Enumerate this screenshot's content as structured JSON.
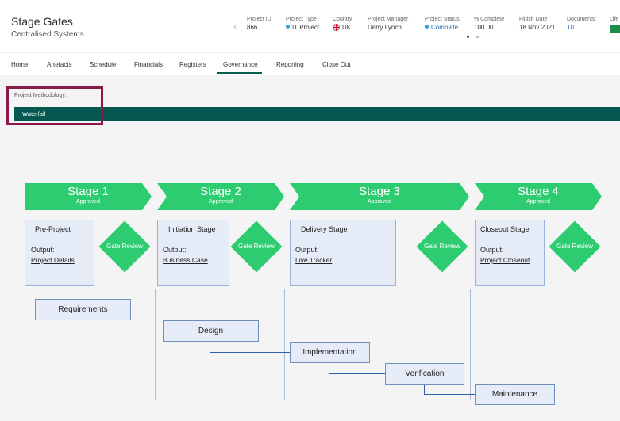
{
  "header": {
    "title": "Stage Gates",
    "subtitle": "Centralised Systems",
    "prev_icon": "chevron-left-icon",
    "fields": [
      {
        "key": "Project ID",
        "value": "866"
      },
      {
        "key": "Project Type",
        "value": "IT Project"
      },
      {
        "key": "Country",
        "value": "UK"
      },
      {
        "key": "Project Manager",
        "value": "Derry Lynch"
      },
      {
        "key": "Project Status",
        "value": "Complete"
      },
      {
        "key": "% Complete",
        "value": "100.00"
      },
      {
        "key": "Finish Date",
        "value": "18 Nov 2021"
      },
      {
        "key": "Documents",
        "value": "10"
      },
      {
        "key": "Life",
        "value": ""
      }
    ]
  },
  "tabs": [
    "Home",
    "Artefacts",
    "Schedule",
    "Financials",
    "Registers",
    "Governance",
    "Reporting",
    "Close Out"
  ],
  "active_tab": "Governance",
  "methodology": {
    "label": "Project Methodology:",
    "value": "Waterfall"
  },
  "stages": [
    {
      "name": "Stage 1",
      "status": "Approved",
      "box_title": "Pre-Project",
      "output_label": "Output:",
      "deliverable": "Project Details"
    },
    {
      "name": "Stage 2",
      "status": "Approved",
      "box_title": "Initiation Stage",
      "output_label": "Output:",
      "deliverable": "Business Case"
    },
    {
      "name": "Stage 3",
      "status": "Approved",
      "box_title": "Delivery Stage",
      "output_label": "Output:",
      "deliverable": "Live Tracker"
    },
    {
      "name": "Stage 4",
      "status": "Approved",
      "box_title": "Closeout Stage",
      "output_label": "Output:",
      "deliverable": "Project Closeout"
    }
  ],
  "gate_label": "Gate Review",
  "phases": [
    "Requirements",
    "Design",
    "Implementation",
    "Verification",
    "Maintenance"
  ],
  "colors": {
    "accent": "#04584f",
    "stage_green": "#2ecc71",
    "highlight": "#8a1a4a",
    "box_fill": "#e5ebf7",
    "connector": "#2d5fa8"
  }
}
